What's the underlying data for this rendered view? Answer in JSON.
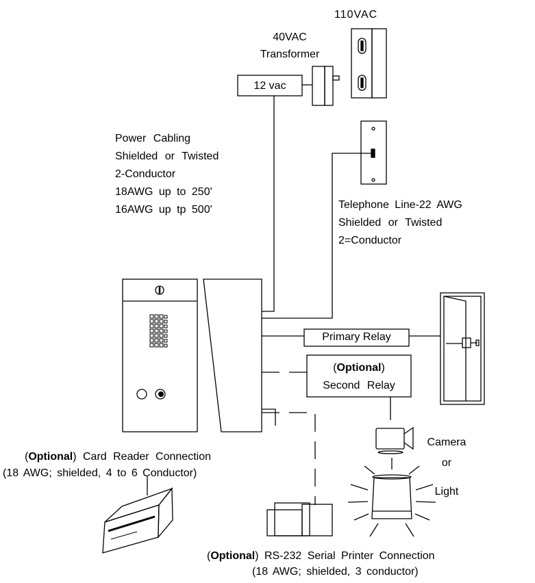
{
  "power_source": {
    "label": "110VAC"
  },
  "transformer": {
    "label_line1": "40VAC",
    "label_line2": "Transformer",
    "box_label": "12 vac"
  },
  "power_cabling": {
    "line1": "Power Cabling",
    "line2": "Shielded or Twisted",
    "line3": "2-Conductor",
    "line4": "18AWG up to 250'",
    "line5": "16AWG up tp 500'"
  },
  "telephone": {
    "line1": "Telephone Line-22 AWG",
    "line2": "Shielded or Twisted",
    "line3": "2=Conductor"
  },
  "primary_relay": {
    "label": "Primary Relay"
  },
  "second_relay": {
    "optional": "Optional",
    "label": "Second Relay"
  },
  "camera_light": {
    "camera": "Camera",
    "or": "or",
    "light": "Light"
  },
  "card_reader": {
    "optional": "Optional",
    "label": "Card Reader Connection",
    "spec": "(18 AWG; shielded, 4 to 6 Conductor)"
  },
  "printer": {
    "optional": "Optional",
    "label": "RS-232 Serial Printer Connection",
    "spec": "(18 AWG; shielded, 3 conductor)"
  }
}
